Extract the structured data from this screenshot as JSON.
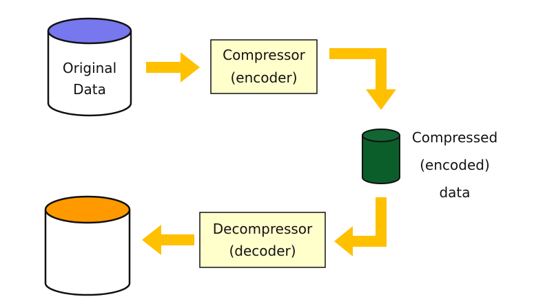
{
  "nodes": {
    "original": {
      "line1": "Original",
      "line2": "Data",
      "top_color": "#7777ee",
      "body_color": "#ffffff"
    },
    "compressor": {
      "line1": "Compressor",
      "line2": "(encoder)",
      "fill_color": "#ffffcc"
    },
    "compressed": {
      "line1": "Compressed",
      "line2": "(encoded)",
      "line3": "data",
      "top_color": "#116633",
      "body_color": "#0b5e2a"
    },
    "decompressor": {
      "line1": "Decompressor",
      "line2": "(decoder)",
      "fill_color": "#ffffcc"
    },
    "restored": {
      "top_color": "#ff9900",
      "body_color": "#ffffff"
    }
  },
  "arrow_color": "#ffc000"
}
